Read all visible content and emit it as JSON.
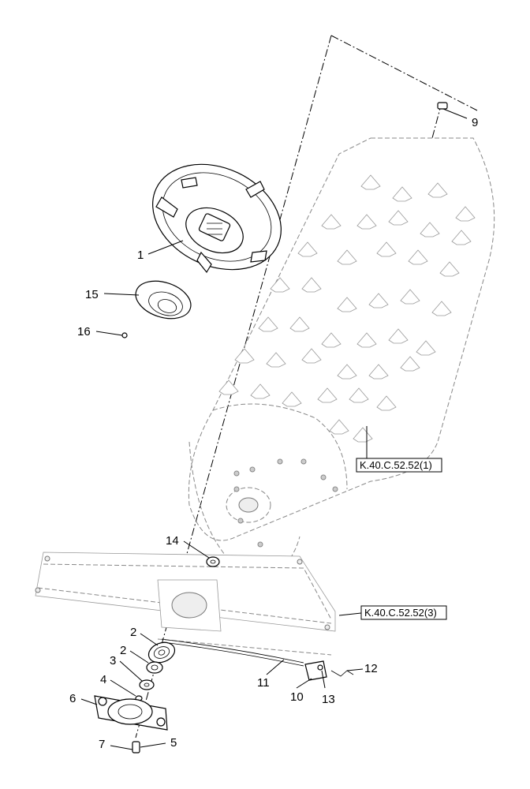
{
  "callouts": {
    "c1": "1",
    "c2a": "2",
    "c2b": "2",
    "c3": "3",
    "c4": "4",
    "c5": "5",
    "c6": "6",
    "c7": "7",
    "c9": "9",
    "c10": "10",
    "c11": "11",
    "c12": "12",
    "c13": "13",
    "c14": "14",
    "c15": "15",
    "c16": "16"
  },
  "references": {
    "ref1": "K.40.C.52.52(1)",
    "ref2": "K.40.C.52.52(3)"
  }
}
